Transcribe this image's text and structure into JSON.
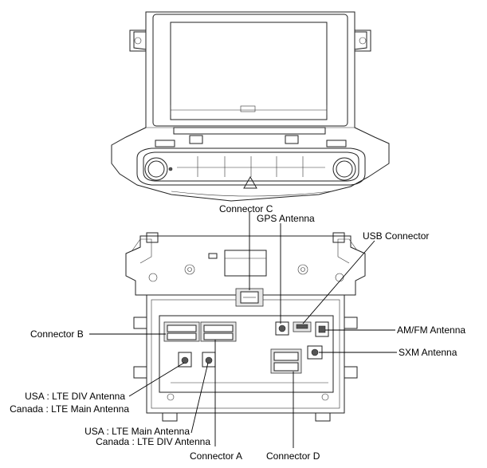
{
  "labels": {
    "connector_c": "Connector C",
    "gps_antenna": "GPS Antenna",
    "usb_connector": "USB Connector",
    "connector_b": "Connector B",
    "amfm_antenna": "AM/FM Antenna",
    "sxm_antenna": "SXM Antenna",
    "usa_lte_div_line1": "USA : LTE DIV Antenna",
    "canada_lte_main_line2": "Canada : LTE Main Antenna",
    "usa_lte_main_line1": "USA : LTE Main Antenna",
    "canada_lte_div_line2": "Canada : LTE DIV Antenna",
    "connector_a": "Connector A",
    "connector_d": "Connector D"
  }
}
